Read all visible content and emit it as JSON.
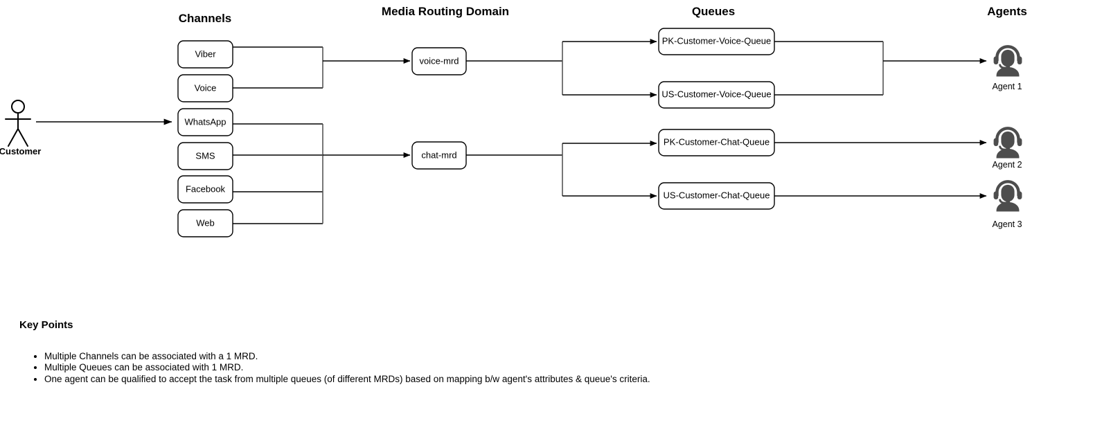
{
  "diagram": {
    "columns": [
      {
        "key": "channels",
        "label": "Channels"
      },
      {
        "key": "mrd",
        "label": "Media Routing Domain"
      },
      {
        "key": "queues",
        "label": "Queues"
      },
      {
        "key": "agents",
        "label": "Agents"
      }
    ],
    "actor": {
      "label": "Customer",
      "icon": "stick-figure-person-icon"
    },
    "channels": [
      {
        "label": "Viber",
        "mrd": "voice-mrd"
      },
      {
        "label": "Voice",
        "mrd": "voice-mrd"
      },
      {
        "label": "WhatsApp",
        "mrd": "chat-mrd"
      },
      {
        "label": "SMS",
        "mrd": "chat-mrd"
      },
      {
        "label": "Facebook",
        "mrd": "chat-mrd"
      },
      {
        "label": "Web",
        "mrd": "chat-mrd"
      }
    ],
    "mrds": [
      {
        "label": "voice-mrd"
      },
      {
        "label": "chat-mrd"
      }
    ],
    "queues": [
      {
        "label": "PK-Customer-Voice-Queue",
        "mrd": "voice-mrd",
        "agent": "Agent 1"
      },
      {
        "label": "US-Customer-Voice-Queue",
        "mrd": "voice-mrd",
        "agent": "Agent 1"
      },
      {
        "label": "PK-Customer-Chat-Queue",
        "mrd": "chat-mrd",
        "agent": "Agent 2"
      },
      {
        "label": "US-Customer-Chat-Queue",
        "mrd": "chat-mrd",
        "agent": "Agent 3"
      }
    ],
    "agents": [
      {
        "label": "Agent 1",
        "icon": "headset-agent-icon"
      },
      {
        "label": "Agent 2",
        "icon": "headset-agent-icon"
      },
      {
        "label": "Agent 3",
        "icon": "headset-agent-icon"
      }
    ],
    "colors": {
      "stroke": "#000000",
      "bus": "#555555",
      "agent_glyph": "#4d4d4d",
      "background": "#ffffff"
    }
  },
  "key_points": {
    "title": "Key Points",
    "items": [
      "Multiple Channels can be associated with a 1 MRD.",
      "Multiple Queues can be associated with 1 MRD.",
      "One agent can be qualified to accept the task from multiple queues (of different MRDs) based on mapping b/w agent's attributes & queue's criteria."
    ]
  }
}
